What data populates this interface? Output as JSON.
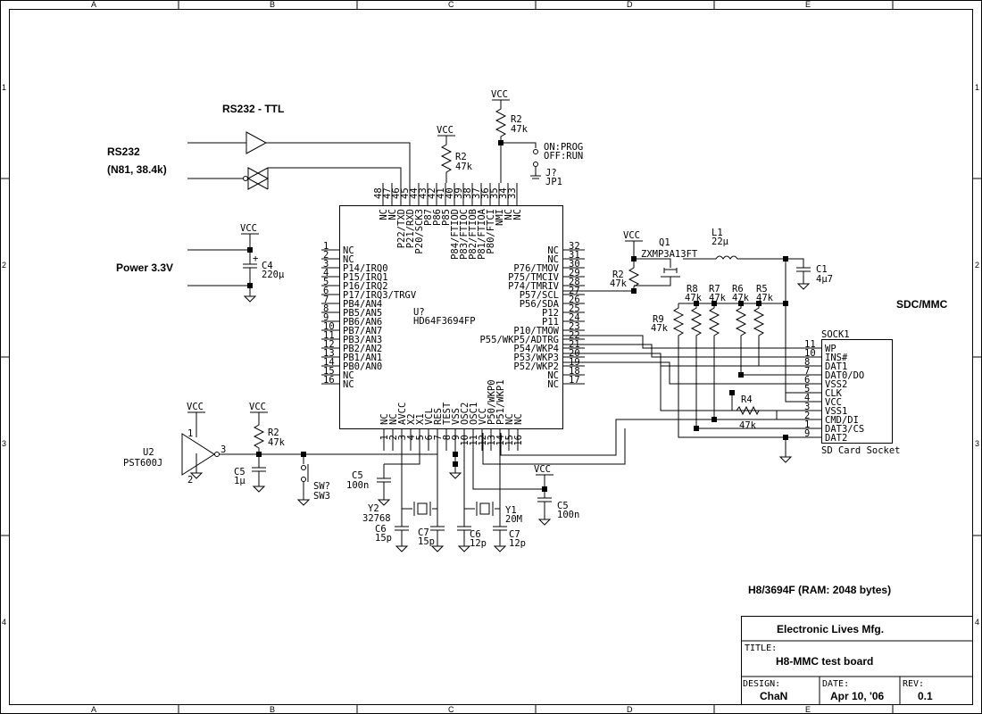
{
  "zones": {
    "cols": [
      "A",
      "B",
      "C",
      "D",
      "E"
    ],
    "rows": [
      "1",
      "2",
      "3",
      "4"
    ]
  },
  "labels": {
    "rs232_ttl": "RS232 - TTL",
    "rs232": "RS232",
    "rs232_fmt": "(N81, 38.4k)",
    "power": "Power 3.3V",
    "sdc_mmc": "SDC/MMC",
    "chip_note": "H8/3694F (RAM: 2048 bytes)"
  },
  "mcu": {
    "ref": "U?",
    "part": "HD64F3694FP",
    "left_pins": [
      {
        "num": "1",
        "name": "NC"
      },
      {
        "num": "2",
        "name": "NC"
      },
      {
        "num": "3",
        "name": "P14/IRQ0"
      },
      {
        "num": "4",
        "name": "P15/IRQ1"
      },
      {
        "num": "5",
        "name": "P16/IRQ2"
      },
      {
        "num": "6",
        "name": "P17/IRQ3/TRGV"
      },
      {
        "num": "7",
        "name": "PB4/AN4"
      },
      {
        "num": "8",
        "name": "PB5/AN5"
      },
      {
        "num": "9",
        "name": "PB6/AN6"
      },
      {
        "num": "10",
        "name": "PB7/AN7"
      },
      {
        "num": "11",
        "name": "PB3/AN3"
      },
      {
        "num": "12",
        "name": "PB2/AN2"
      },
      {
        "num": "13",
        "name": "PB1/AN1"
      },
      {
        "num": "14",
        "name": "PB0/AN0"
      },
      {
        "num": "15",
        "name": "NC"
      },
      {
        "num": "16",
        "name": "NC"
      }
    ],
    "right_pins": [
      {
        "num": "32",
        "name": "NC"
      },
      {
        "num": "31",
        "name": "NC"
      },
      {
        "num": "30",
        "name": "P76/TMOV"
      },
      {
        "num": "29",
        "name": "P75/TMCIV"
      },
      {
        "num": "28",
        "name": "P74/TMRIV"
      },
      {
        "num": "27",
        "name": "P57/SCL"
      },
      {
        "num": "26",
        "name": "P56/SDA"
      },
      {
        "num": "25",
        "name": "P12"
      },
      {
        "num": "24",
        "name": "P11"
      },
      {
        "num": "23",
        "name": "P10/TMOW"
      },
      {
        "num": "22",
        "name": "P55/WKP5/ADTRG"
      },
      {
        "num": "21",
        "name": "P54/WKP4"
      },
      {
        "num": "20",
        "name": "P53/WKP3"
      },
      {
        "num": "19",
        "name": "P52/WKP2"
      },
      {
        "num": "18",
        "name": "NC"
      },
      {
        "num": "17",
        "name": "NC"
      }
    ],
    "top_pins": [
      {
        "num": "48",
        "name": "NC"
      },
      {
        "num": "47",
        "name": "NC"
      },
      {
        "num": "46",
        "name": "P22/TXD"
      },
      {
        "num": "45",
        "name": "P21/RXD"
      },
      {
        "num": "44",
        "name": "P20/SCK3"
      },
      {
        "num": "43",
        "name": "P87"
      },
      {
        "num": "42",
        "name": "P86"
      },
      {
        "num": "41",
        "name": "P85"
      },
      {
        "num": "40",
        "name": "P84/FTIOD"
      },
      {
        "num": "39",
        "name": "P83/FTIOC"
      },
      {
        "num": "38",
        "name": "P82/FTIOB"
      },
      {
        "num": "37",
        "name": "P81/FTIOA"
      },
      {
        "num": "36",
        "name": "P80/FTCI"
      },
      {
        "num": "35",
        "name": "NMI"
      },
      {
        "num": "34",
        "name": "NC"
      },
      {
        "num": "33",
        "name": "NC"
      }
    ],
    "bottom_pins": [
      {
        "num": "1",
        "name": "NC"
      },
      {
        "num": "2",
        "name": "NC"
      },
      {
        "num": "3",
        "name": "AVCC"
      },
      {
        "num": "4",
        "name": "X2"
      },
      {
        "num": "5",
        "name": "X1"
      },
      {
        "num": "6",
        "name": "VCL"
      },
      {
        "num": "7",
        "name": "RES"
      },
      {
        "num": "8",
        "name": "TEST"
      },
      {
        "num": "9",
        "name": "VSS"
      },
      {
        "num": "10",
        "name": "OSC2"
      },
      {
        "num": "11",
        "name": "OSC1"
      },
      {
        "num": "12",
        "name": "VCC"
      },
      {
        "num": "13",
        "name": "P50/WKP0"
      },
      {
        "num": "14",
        "name": "P51/WKP1"
      },
      {
        "num": "15",
        "name": "NC"
      },
      {
        "num": "16",
        "name": "NC"
      }
    ]
  },
  "sock": {
    "ref": "SOCK1",
    "title": "SD Card Socket",
    "pins": [
      {
        "num": "11",
        "name": "WP"
      },
      {
        "num": "10",
        "name": "INS#"
      },
      {
        "num": "8",
        "name": "DAT1"
      },
      {
        "num": "7",
        "name": "DAT0/DO"
      },
      {
        "num": "6",
        "name": "VSS2"
      },
      {
        "num": "5",
        "name": "CLK"
      },
      {
        "num": "4",
        "name": "VCC"
      },
      {
        "num": "3",
        "name": "VSS1"
      },
      {
        "num": "2",
        "name": "CMD/DI"
      },
      {
        "num": "1",
        "name": "DAT3/CS"
      },
      {
        "num": "9",
        "name": "DAT2"
      }
    ]
  },
  "parts": {
    "vcc": "VCC",
    "r2_top_ref": "R2",
    "r2_top_val": "47k",
    "r2_mid_ref": "R2",
    "r2_mid_val": "47k",
    "on_prog": "ON:PROG",
    "off_run": "OFF:RUN",
    "jp_ref": "J?",
    "jp_val": "JP1",
    "c4_ref": "C4",
    "c4_val": "220µ",
    "q1_ref": "Q1",
    "q1_val": "ZXMP3A13FT",
    "l1_ref": "L1",
    "l1_val": "22µ",
    "c1_ref": "C1",
    "c1_val": "4µ7",
    "r2_q_ref": "R2",
    "r2_q_val": "47k",
    "r8_ref": "R8",
    "r8_val": "47k",
    "r7_ref": "R7",
    "r7_val": "47k",
    "r6_ref": "R6",
    "r6_val": "47k",
    "r5_ref": "R5",
    "r5_val": "47k",
    "r9_ref": "R9",
    "r9_val": "47k",
    "r4_ref": "R4",
    "r4_val": "47k",
    "u2_ref": "U2",
    "u2_val": "PST600J",
    "u2_p1": "1",
    "u2_p2": "2",
    "u2_p3": "3",
    "r2_res_ref": "R2",
    "r2_res_val": "47k",
    "c5a_ref": "C5",
    "c5a_val": "1µ",
    "sw_ref": "SW?",
    "sw_val": "SW3",
    "c5b_ref": "C5",
    "c5b_val": "100n",
    "c5c_ref": "C5",
    "c5c_val": "100n",
    "y2_ref": "Y2",
    "y2_val": "32768",
    "y1_ref": "Y1",
    "y1_val": "20M",
    "c6a_ref": "C6",
    "c6a_val": "15p",
    "c7a_ref": "C7",
    "c7a_val": "15p",
    "c6b_ref": "C6",
    "c6b_val": "12p",
    "c7b_ref": "C7",
    "c7b_val": "12p"
  },
  "title_block": {
    "company": "Electronic Lives Mfg.",
    "title_label": "TITLE:",
    "title": "H8-MMC test board",
    "design_label": "DESIGN:",
    "designer": "ChaN",
    "date_label": "DATE:",
    "date": "Apr 10, '06",
    "rev_label": "REV:",
    "rev": "0.1"
  }
}
